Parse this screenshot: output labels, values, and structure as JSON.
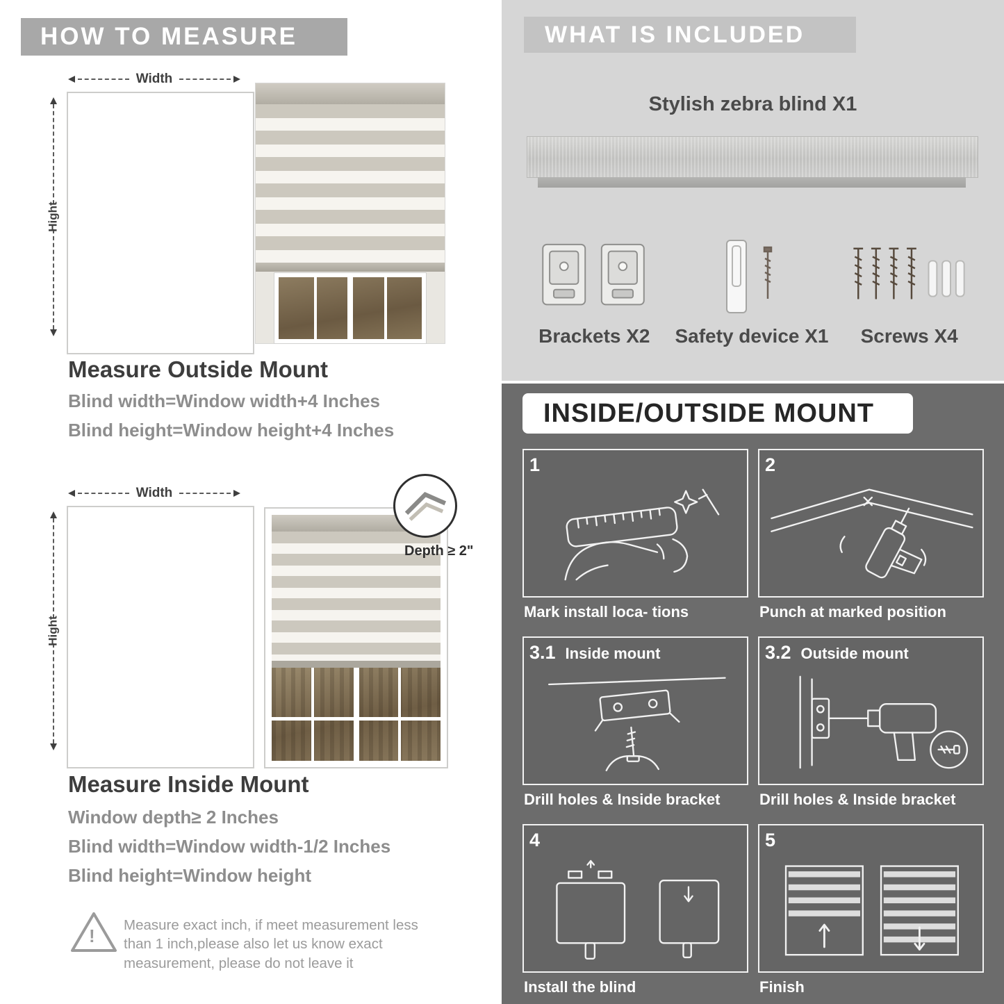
{
  "colors": {
    "left_header_bg": "#a8a8a8",
    "included_bg": "#d6d6d6",
    "included_bar_bg": "#c3c3c3",
    "mount_bg": "#6c6c6c",
    "heading_text": "#3d3d3d",
    "muted_text": "#8d8d8d"
  },
  "left": {
    "header": "HOW TO MEASURE",
    "outside": {
      "width_label": "Width",
      "height_label": "Hight",
      "title": "Measure Outside Mount",
      "lines": [
        "Blind width=Window width+4 Inches",
        "Blind height=Window height+4 Inches"
      ]
    },
    "inside": {
      "width_label": "Width",
      "height_label": "Hight",
      "depth_label": "Depth ≥ 2\"",
      "title": "Measure Inside Mount",
      "lines": [
        "Window depth≥ 2 Inches",
        "Blind width=Window width-1/2 Inches",
        "Blind height=Window height"
      ]
    },
    "warning_glyph": "!",
    "warning_text": "Measure exact inch, if meet measurement less than 1 inch,please also let us know exact measurement, please do not leave it"
  },
  "included": {
    "header": "WHAT IS INCLUDED",
    "product_label": "Stylish zebra blind X1",
    "items": [
      {
        "name": "brackets",
        "label": "Brackets X2"
      },
      {
        "name": "safety-device",
        "label": "Safety device X1"
      },
      {
        "name": "screws",
        "label": "Screws X4"
      }
    ]
  },
  "mount": {
    "header": "INSIDE/OUTSIDE MOUNT",
    "steps": [
      {
        "num": "1",
        "label": "",
        "caption": "Mark install loca- tions"
      },
      {
        "num": "2",
        "label": "",
        "caption": "Punch at  marked position"
      },
      {
        "num": "3.1",
        "label": "Inside mount",
        "caption": "Drill holes &  Inside bracket"
      },
      {
        "num": "3.2",
        "label": "Outside mount",
        "caption": "Drill holes &  Inside bracket"
      },
      {
        "num": "4",
        "label": "",
        "caption": "Install the blind"
      },
      {
        "num": "5",
        "label": "",
        "caption": "Finish"
      }
    ]
  }
}
